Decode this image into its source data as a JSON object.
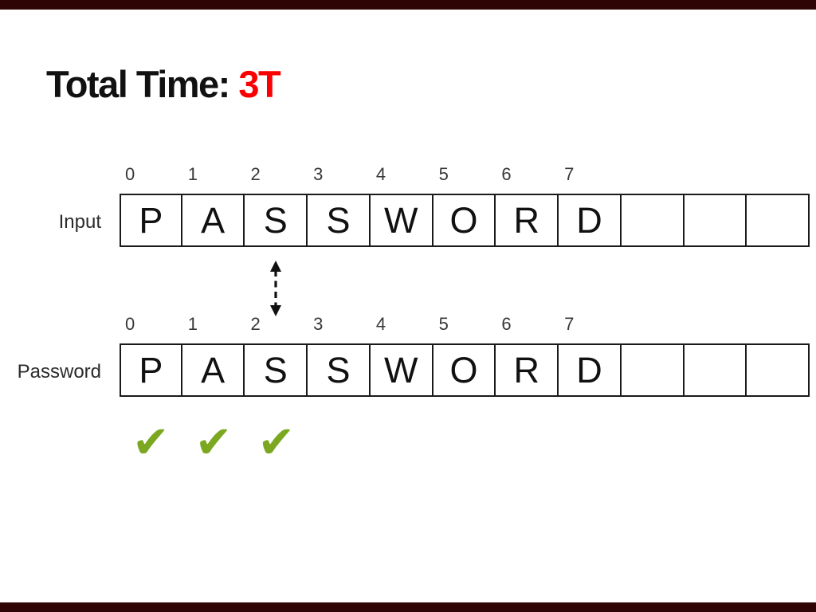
{
  "title": {
    "text": "Total Time: ",
    "highlight": "3T"
  },
  "colors": {
    "title_text": "#111111",
    "title_highlight": "#FB0000",
    "checkmark_green": "#7CA821",
    "cell_border": "#1A1A1A",
    "frame_bar": "#2E0404"
  },
  "input_array": {
    "label": "Input",
    "indices": [
      "0",
      "1",
      "2",
      "3",
      "4",
      "5",
      "6",
      "7"
    ],
    "cells": [
      "P",
      "A",
      "S",
      "S",
      "W",
      "O",
      "R",
      "D",
      "",
      "",
      ""
    ]
  },
  "password_array": {
    "label": "Password",
    "indices": [
      "0",
      "1",
      "2",
      "3",
      "4",
      "5",
      "6",
      "7"
    ],
    "cells": [
      "P",
      "A",
      "S",
      "S",
      "W",
      "O",
      "R",
      "D",
      "",
      "",
      ""
    ]
  },
  "comparison": {
    "arrow_icon": "dashed-double-headed-vertical-arrow",
    "compared_index": "2"
  },
  "checkmarks": [
    "✔",
    "✔",
    "✔"
  ]
}
